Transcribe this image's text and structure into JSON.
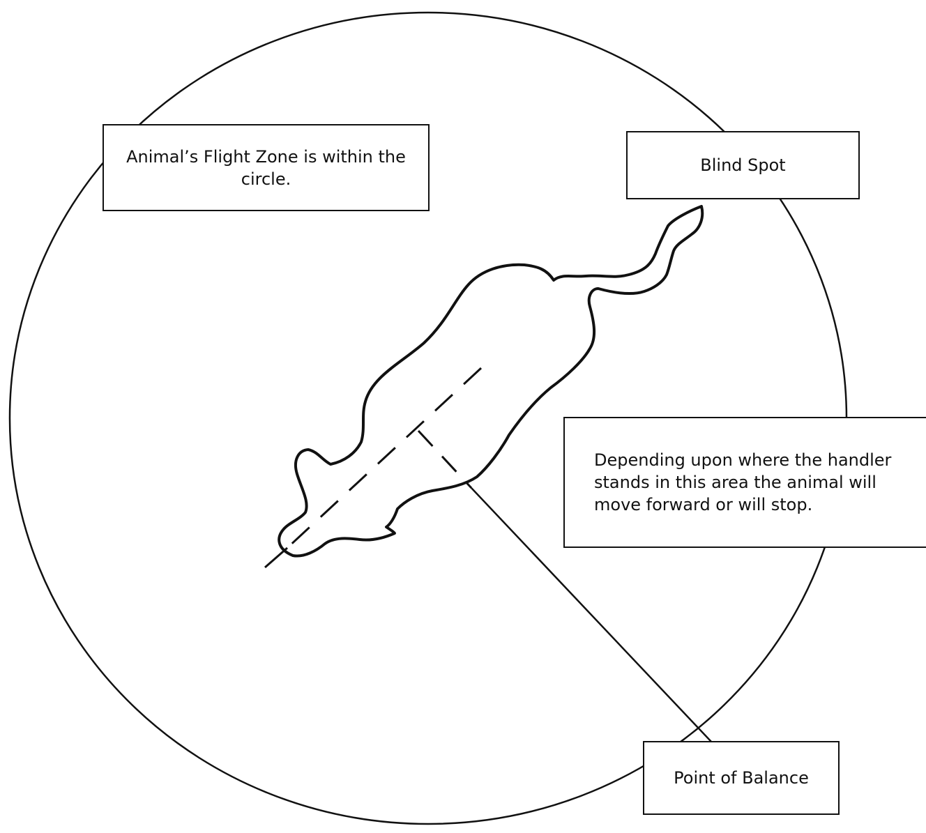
{
  "labels": {
    "flight_zone": "Animal’s Flight Zone is within the circle.",
    "blind_spot": "Blind Spot",
    "handler_area": "Depending upon where the handler stands in this area the animal will move forward or will stop.",
    "point_of_balance": "Point of Balance"
  },
  "colors": {
    "line": "#111111",
    "background": "#ffffff"
  }
}
